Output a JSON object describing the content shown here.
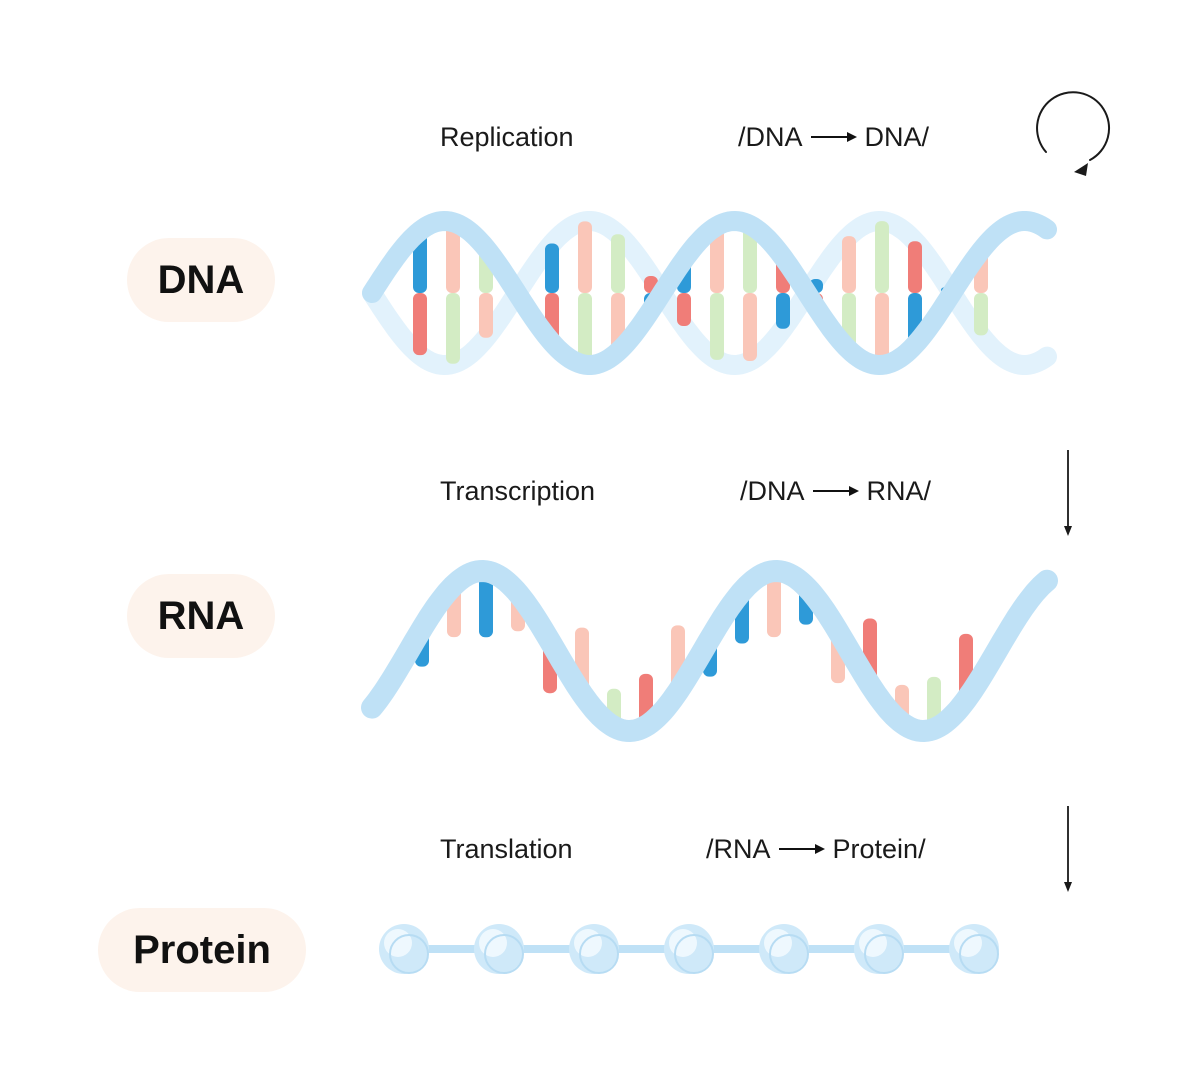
{
  "stages": {
    "dna": "DNA",
    "rna": "RNA",
    "protein": "Protein"
  },
  "steps": [
    {
      "name": "Replication",
      "from": "/DNA",
      "to": "DNA/"
    },
    {
      "name": "Transcription",
      "from": "/DNA",
      "to": "RNA/"
    },
    {
      "name": "Translation",
      "from": "/RNA",
      "to": "Protein/"
    }
  ],
  "colors": {
    "backbone": "#bfe1f6",
    "backbone_light": "#e2f2fc",
    "adenine": "#2e9ad8",
    "thymine": "#f07d78",
    "guanine": "#d3ecc4",
    "cytosine": "#fac6b8",
    "pill": "#fdf3ec",
    "bead": "#cfe9f9"
  },
  "icons": {
    "replication": "circular-arrow-icon",
    "transcription": "down-arrow-icon",
    "translation": "down-arrow-icon"
  }
}
